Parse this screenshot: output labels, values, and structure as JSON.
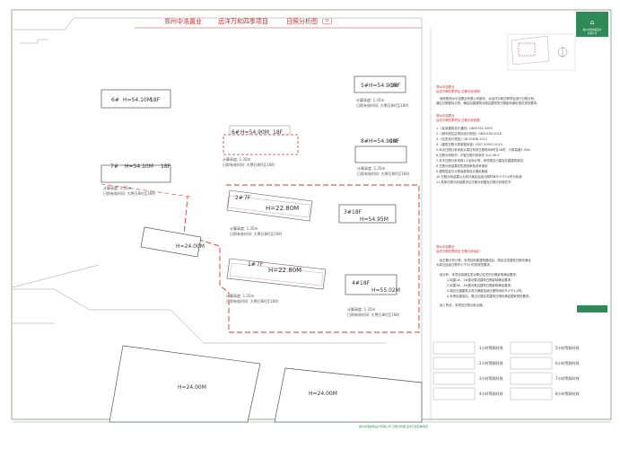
{
  "header": {
    "company": "郑州中浩置业",
    "project": "远洋万和四季项目",
    "drawing": "日照分析图（三）"
  },
  "buildings": {
    "b6": {
      "num": "6#",
      "height": "H=54.10M",
      "floors": "18F"
    },
    "b5": {
      "num": "5#",
      "height": "H=54.90M",
      "floors": "18F"
    },
    "b6f": {
      "num": "6#",
      "height": "H=54.90M",
      "floors": "18F"
    },
    "b7": {
      "num": "7#",
      "height": "H=54.10M",
      "floors": "18F"
    },
    "b8": {
      "num": "8#",
      "height": "H=54.90M",
      "floors": "18F"
    },
    "b2": {
      "num": "2#",
      "floors": "7F",
      "height": "H=22.80M"
    },
    "b3": {
      "num": "3#",
      "floors": "18F",
      "height": "H=54.95M"
    },
    "b1": {
      "num": "1#",
      "floors": "7F",
      "height": "H=22.80M"
    },
    "b4": {
      "num": "4#",
      "floors": "18F",
      "height": "H=55.02M"
    },
    "left_block": {
      "height": "H=24.00M"
    },
    "bottom_left": {
      "height": "H=24.00M"
    },
    "bottom_right": {
      "height": "H=24.00M"
    }
  },
  "notes": {
    "n6": [
      "计算高度: 1.35m",
      "日照有效时间: 大寒日8时至16时"
    ],
    "n5": [
      "计算高度: 1.35m",
      "日照有效时间: 大寒日8时至16时"
    ],
    "n8": [
      "计算高度: 1.35m",
      "日照有效时间: 大寒日8时至16时"
    ],
    "n7": [
      "计算高度: 1.35m",
      "日照有效时间: 大寒日8时至16时"
    ],
    "n2": [
      "计算高度: 1.35m",
      "日照有效时间: 大寒日8时至16时"
    ],
    "n1": [
      "计算高度: 1.35m",
      "日照有效时间: 大寒日8时至16时"
    ],
    "n4": [
      "计算高度: 1.35m",
      "日照有效时间: 大寒日8时至16时"
    ]
  },
  "panel": {
    "sec1_title": [
      "郑州中浩置业",
      "远洋万和四季项目 日照分析说明:"
    ],
    "sec1_body": [
      "我院受郑州中浩置业有限公司委托，对远洋万和四季项目进行日照分析，",
      "通过日照模拟计算，确定拟建建筑对周边建筑的日照影响满足相关规范要求。"
    ],
    "sec2_title": [
      "郑州中浩置业",
      "远洋万和四季项目 日照分析依据:"
    ],
    "sec2_items": [
      "1.《民用建筑设计通则》GB50352-2005",
      "2.《城市居住区规划设计规范》GB50180-2018",
      "3.《住宅设计规范》GB 50096-2011",
      "4.《建筑日照计算参数标准》GB/T 50947-2014",
      "5.本次日照分析采用大寒日有效日照时间8时至16时，计算高度1.35m",
      "6.日照分析软件：众智日照分析软件 Sun V8.0",
      "7.本次日照分析采用1:1坐标计算，考虑周边已建及在建建筑遮挡",
      "8.日照分析结果仅供规划审批参考使用",
      "9.建筑层高与计算高度按设计图纸取值",
      "10.日照分析结果以大寒日满足连续日照时间不少于2小时为标准",
      "11.具体日照分析结果详见日照分析图及日照分析报告书"
    ],
    "sec3_title": [
      "郑州中浩置业",
      "远洋万和四季项目 日照分析结论:"
    ],
    "sec3_body": [
      "经日照分析计算，本项目拟建建筑建成后，周边住宅建筑日照均满足",
      "大寒日连续日照不少于2小时的规范要求。"
    ],
    "sec3_list": [
      "经分析：本项目拟建住宅对周边住宅的日照影响满足要求；",
      "1.拟建1#、2#楼对周边建筑日照影响满足要求；",
      "2.拟建3#、4#楼对周边建筑日照影响满足要求；",
      "3.周边已建建筑大寒日满窗连续日照时间均不少于2小时。",
      "4.本项目建成后，周边已建住宅建筑日照均满足国家规范要求。"
    ],
    "sec3_end": "综上所述：本项目日照分析合格。"
  },
  "legend": {
    "rows": [
      [
        "1小时等照时线",
        "5小时等照时线"
      ],
      [
        "2小时等照时线",
        "6小时等照时线"
      ],
      [
        "3小时等照时线",
        "7小时等照时线"
      ],
      [
        "4小时等照时线",
        "8小时等照时线"
      ]
    ]
  },
  "seal": {
    "lines": [
      "郑州中浩建筑设计",
      "有限公司"
    ]
  },
  "footer": "郑州中浩建筑设计有限公司 日照分析图 远洋万和四季项目"
}
